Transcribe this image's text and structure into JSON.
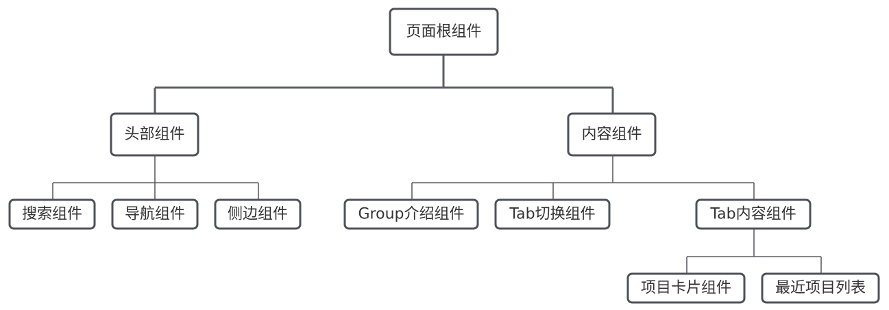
{
  "diagram": {
    "type": "tree",
    "colors": {
      "border": "#4d5258",
      "line": "#5a5f65",
      "text": "#333333",
      "background": "#ffffff"
    },
    "nodes": [
      {
        "id": "root",
        "label": "页面根组件"
      },
      {
        "id": "header",
        "label": "头部组件",
        "parent": "root"
      },
      {
        "id": "content",
        "label": "内容组件",
        "parent": "root"
      },
      {
        "id": "search",
        "label": "搜索组件",
        "parent": "header"
      },
      {
        "id": "nav",
        "label": "导航组件",
        "parent": "header"
      },
      {
        "id": "sidebar",
        "label": "侧边组件",
        "parent": "header"
      },
      {
        "id": "group_intro",
        "label": "Group介绍组件",
        "parent": "content"
      },
      {
        "id": "tab_switch",
        "label": "Tab切换组件",
        "parent": "content"
      },
      {
        "id": "tab_content",
        "label": "Tab内容组件",
        "parent": "content"
      },
      {
        "id": "project_card",
        "label": "项目卡片组件",
        "parent": "tab_content"
      },
      {
        "id": "recent_list",
        "label": "最近项目列表",
        "parent": "tab_content"
      }
    ]
  }
}
